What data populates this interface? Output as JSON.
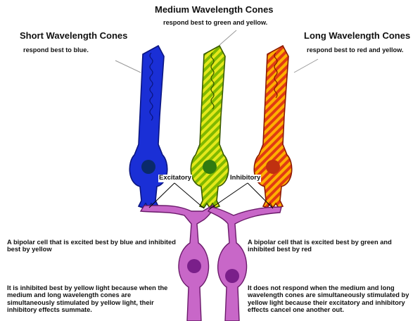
{
  "cones": {
    "medium": {
      "title": "Medium Wavelength Cones",
      "subtitle": "respond best to green and yellow.",
      "color": "#a8d400",
      "stripe": "#c4d80a"
    },
    "short": {
      "title": "Short Wavelength Cones",
      "subtitle": "respond best to blue.",
      "color": "#1a2fd6",
      "stripe": "#1a2fd6"
    },
    "long": {
      "title": "Long Wavelength Cones",
      "subtitle": "respond best to red and yellow.",
      "color": "#e8441a",
      "stripe": "#ffb000"
    }
  },
  "synapses": {
    "excitatory": "Excitatory",
    "inhibitory": "Inhibitory"
  },
  "bipolar": {
    "left": {
      "text": "A bipolar cell that is excited best by blue and inhibited best by yellow",
      "explanation": "It is inhibited best by yellow light because when the medium and long wavelength cones are simultaneously stimulated by yellow light, their inhibitory effects summate."
    },
    "right": {
      "text": "A bipolar cell that is excited best by green and inhibited best by red",
      "explanation": "It does not respond when the medium and long wavelength cones are simultaneously stimulated by yellow light because their excitatory and inhibitory effects cancel one another out."
    },
    "color": "#c867c8",
    "nucleus": "#7a1f8a"
  }
}
